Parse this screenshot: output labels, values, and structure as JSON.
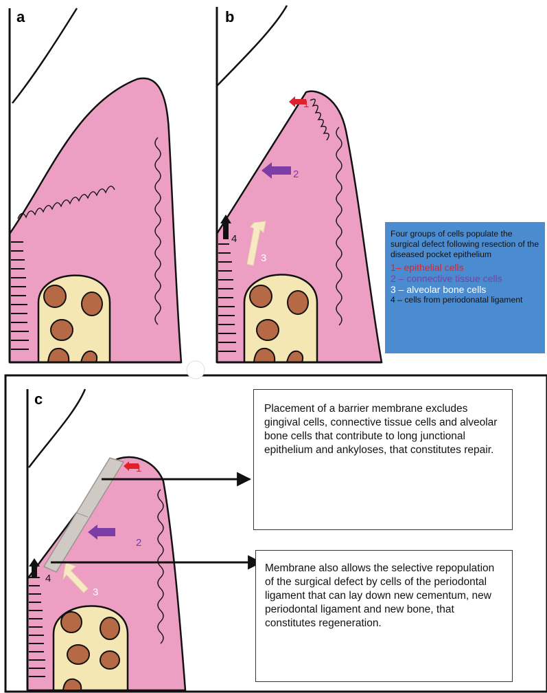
{
  "panels": {
    "a": {
      "label": "a"
    },
    "b": {
      "label": "b"
    },
    "c": {
      "label": "c"
    }
  },
  "arrow_numbers": {
    "n1": "1",
    "n2": "2",
    "n3": "3",
    "n4": "4"
  },
  "legend": {
    "intro": "Four groups of cells populate the surgical defect following resection of the diseased pocket epithelium",
    "items": [
      "1– epithelial cells",
      "2 – connective tissue cells",
      "3 – alveolar bone cells",
      "4 – cells from periodonatal ligament"
    ]
  },
  "notes": {
    "repair": "Placement of a barrier membrane excludes gingival cells, connective tissue cells and alveolar bone cells that contribute to long junctional epithelium and ankyloses, that constitutes repair.",
    "regeneration": "Membrane also allows the selective repopulation of the surgical defect by cells of the periodontal ligament that can lay down new cementum, new periodontal ligament and new bone, that constitutes regeneration."
  },
  "colors": {
    "tissue_pink": "#ec9fc2",
    "bone_yellow": "#f4e7b4",
    "bone_marrow_brown": "#b56a45",
    "arrow_red": "#e0202a",
    "arrow_purple": "#7b3ea6",
    "arrow_cream": "#f6e9c4",
    "arrow_black": "#111111",
    "legend_blue": "#4a8ccf",
    "membrane_gray": "#cfcac4"
  }
}
